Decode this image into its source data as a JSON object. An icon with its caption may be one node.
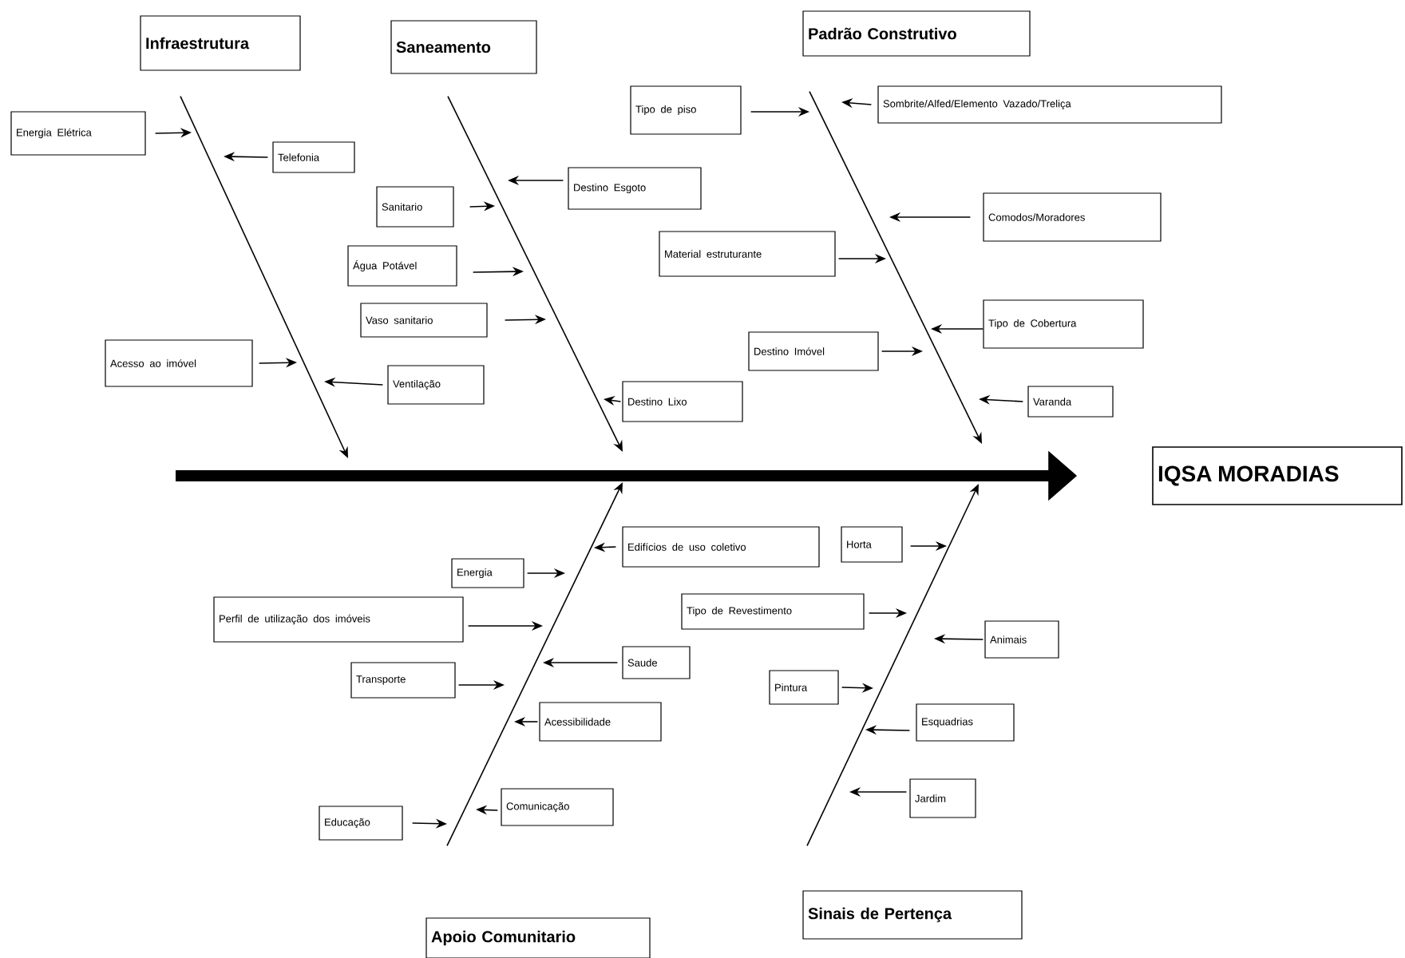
{
  "diagram": {
    "nodes": [
      {
        "text": [
          "Infraestrutura"
        ]
      },
      {
        "text": [
          "Saneamento"
        ]
      },
      {
        "text": [
          "Padrão Construtivo"
        ]
      },
      {
        "text": [
          "Apoio Comunitario"
        ]
      },
      {
        "text": [
          "Sinais de Pertença"
        ]
      },
      {
        "text": [
          "IQSA MORADIAS"
        ]
      },
      {
        "text": [
          "Energia Elétrica"
        ]
      },
      {
        "text": [
          "Telefonia"
        ]
      },
      {
        "text": [
          "Acesso ao imóvel"
        ]
      },
      {
        "text": [
          "Ventilação"
        ]
      },
      {
        "text": [
          "Sanitario"
        ]
      },
      {
        "text": [
          "Destino Esgoto"
        ]
      },
      {
        "text": [
          "Água Potável"
        ]
      },
      {
        "text": [
          "Vaso sanitario"
        ]
      },
      {
        "text": [
          "Destino Lixo"
        ]
      },
      {
        "text": [
          "Tipo de piso"
        ]
      },
      {
        "text": [
          "Sombrite/Alfed/Elemento Vazado/Treliça"
        ]
      },
      {
        "text": [
          "Comodos/Moradores"
        ]
      },
      {
        "text": [
          "Material estruturante"
        ]
      },
      {
        "text": [
          "Destino Imóvel"
        ]
      },
      {
        "text": [
          "Tipo de Cobertura"
        ]
      },
      {
        "text": [
          "Varanda"
        ]
      },
      {
        "text": [
          "Edifícios de uso coletivo"
        ]
      },
      {
        "text": [
          "Energia"
        ]
      },
      {
        "text": [
          "Perfil de utilização dos imóveis"
        ]
      },
      {
        "text": [
          "Saude"
        ]
      },
      {
        "text": [
          "Transporte"
        ]
      },
      {
        "text": [
          "Acessibilidade"
        ]
      },
      {
        "text": [
          "Comunicação"
        ]
      },
      {
        "text": [
          "Educação"
        ]
      },
      {
        "text": [
          "Horta"
        ]
      },
      {
        "text": [
          "Tipo de Revestimento"
        ]
      },
      {
        "text": [
          "Animais"
        ]
      },
      {
        "text": [
          "Pintura"
        ]
      },
      {
        "text": [
          "Esquadrias"
        ]
      },
      {
        "text": [
          "Jardim"
        ]
      }
    ],
    "edges": [
      {
        "from": 0,
        "to": null,
        "arrow": "to"
      },
      {
        "from": 1,
        "to": null,
        "arrow": "to"
      },
      {
        "from": 2,
        "to": null,
        "arrow": "to"
      },
      {
        "from": 3,
        "to": null,
        "arrow": "to"
      },
      {
        "from": 4,
        "to": null,
        "arrow": "to"
      },
      {
        "from": null,
        "to": 5,
        "arrow": "to",
        "style": "thick"
      },
      {
        "from": 6,
        "to": null,
        "arrow": "to"
      },
      {
        "from": 7,
        "to": null,
        "arrow": "to"
      },
      {
        "from": 8,
        "to": null,
        "arrow": "to"
      },
      {
        "from": 9,
        "to": null,
        "arrow": "to"
      },
      {
        "from": 10,
        "to": null,
        "arrow": "to"
      },
      {
        "from": 11,
        "to": null,
        "arrow": "to"
      },
      {
        "from": 12,
        "to": null,
        "arrow": "to"
      },
      {
        "from": 13,
        "to": null,
        "arrow": "to"
      },
      {
        "from": 14,
        "to": null,
        "arrow": "to"
      },
      {
        "from": 15,
        "to": null,
        "arrow": "to"
      },
      {
        "from": 16,
        "to": null,
        "arrow": "to"
      },
      {
        "from": 17,
        "to": null,
        "arrow": "to"
      },
      {
        "from": 18,
        "to": null,
        "arrow": "to"
      },
      {
        "from": 19,
        "to": null,
        "arrow": "to"
      },
      {
        "from": 20,
        "to": null,
        "arrow": "to"
      },
      {
        "from": 21,
        "to": null,
        "arrow": "to"
      },
      {
        "from": 22,
        "to": null,
        "arrow": "to"
      },
      {
        "from": 23,
        "to": null,
        "arrow": "to"
      },
      {
        "from": 24,
        "to": null,
        "arrow": "to"
      },
      {
        "from": 25,
        "to": null,
        "arrow": "to"
      },
      {
        "from": 26,
        "to": null,
        "arrow": "to"
      },
      {
        "from": 27,
        "to": null,
        "arrow": "to"
      },
      {
        "from": 28,
        "to": null,
        "arrow": "to"
      },
      {
        "from": 29,
        "to": null,
        "arrow": "to"
      },
      {
        "from": 30,
        "to": null,
        "arrow": "to"
      },
      {
        "from": 31,
        "to": null,
        "arrow": "to"
      },
      {
        "from": 32,
        "to": null,
        "arrow": "to"
      },
      {
        "from": 33,
        "to": null,
        "arrow": "to"
      },
      {
        "from": 34,
        "to": null,
        "arrow": "to"
      },
      {
        "from": 35,
        "to": null,
        "arrow": "to"
      }
    ]
  }
}
